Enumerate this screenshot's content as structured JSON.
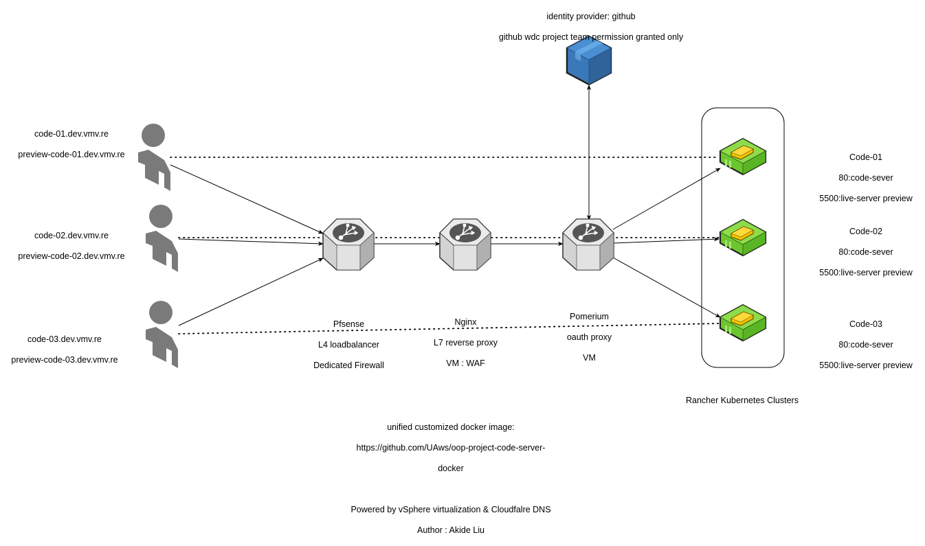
{
  "identity_provider": {
    "line1": "identity provider: github",
    "line2": "github wdc project team permission granted only",
    "icon": "box-icon",
    "color": "#3b7bbf"
  },
  "users": [
    {
      "domain": "code-01.dev.vmv.re",
      "preview_domain": "preview-code-01.dev.vmv.re",
      "icon": "user-icon"
    },
    {
      "domain": "code-02.dev.vmv.re",
      "preview_domain": "preview-code-02.dev.vmv.re",
      "icon": "user-icon"
    },
    {
      "domain": "code-03.dev.vmv.re",
      "preview_domain": "preview-code-03.dev.vmv.re",
      "icon": "user-icon"
    }
  ],
  "nodes": [
    {
      "name": "Pfsense",
      "line2": "L4 loadbalancer",
      "line3": "Dedicated Firewall",
      "icon": "router-icon"
    },
    {
      "name": "Nginx",
      "line2": "L7 reverse proxy",
      "line3": "VM : WAF",
      "icon": "router-icon"
    },
    {
      "name": "Pomerium",
      "line2": "oauth proxy",
      "line3": "VM",
      "icon": "router-icon"
    }
  ],
  "containers": [
    {
      "name": "Code-01",
      "port1": "80:code-sever",
      "port2": "5500:live-server preview",
      "icon": "container-icon"
    },
    {
      "name": "Code-02",
      "port1": "80:code-sever",
      "port2": "5500:live-server preview",
      "icon": "container-icon"
    },
    {
      "name": "Code-03",
      "port1": "80:code-sever",
      "port2": "5500:live-server preview",
      "icon": "container-icon"
    }
  ],
  "cluster": {
    "label": "Rancher Kubernetes Clusters"
  },
  "footer": {
    "image_label": "unified customized docker image:",
    "image_url_1": "https://github.com/UAws/oop-project-code-server-",
    "image_url_2": "docker",
    "powered_by": "Powered by vSphere virtualization & Cloudfalre DNS",
    "author": "Author : Akide Liu"
  },
  "colors": {
    "user": "#7a7a7a",
    "router_top": "#ebebeb",
    "router_side": "#cfcfcf",
    "container_green": "#7fd13b",
    "chip_gold": "#f2c500"
  }
}
